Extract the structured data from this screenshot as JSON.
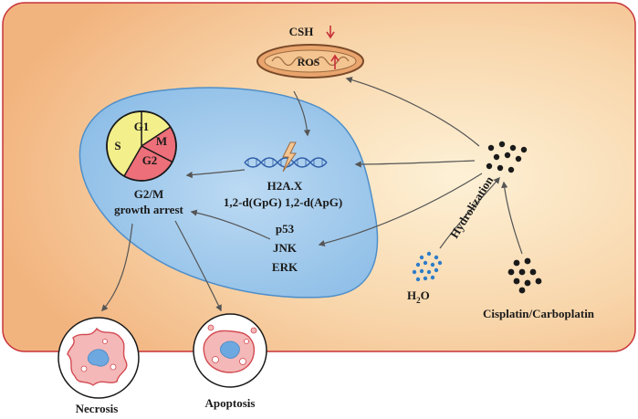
{
  "labels": {
    "csh": "CSH",
    "ros": "ROS",
    "g1": "G1",
    "s": "S",
    "m": "M",
    "g2": "G2",
    "g2m_line1": "G2/M",
    "g2m_line2": "growth arrest",
    "h2ax": "H2A.X",
    "dna_adducts": "1,2-d(GpG) 1,2-d(ApG)",
    "p53": "p53",
    "jnk": "JNK",
    "erk": "ERK",
    "hydrolization": "Hydrolization",
    "water_h": "H",
    "water_sub": "2",
    "water_o": "O",
    "drug": "Cisplatin/Carboplatin",
    "necrosis": "Necrosis",
    "apoptosis": "Apoptosis"
  },
  "colors": {
    "cell_border": "#c8333a",
    "cell_center": "#fdf1d6",
    "cell_edge": "#f3b98a",
    "nucleus": "#9cc7ea",
    "nucleus_border": "#4f8fc9",
    "up_down_arrow": "#c8333a",
    "mito_fill": "#e9a56d",
    "cycle_yellow": "#f3ef8a",
    "cycle_pink": "#ec6f79",
    "drug_dots": "#1a1a1a",
    "water_dots": "#2e7cc8"
  },
  "icons": {
    "mitochondrion": "mitochondrion-icon",
    "dna": "dna-helix-icon",
    "damage": "lightning-icon",
    "cycle": "cell-cycle-pie-icon"
  }
}
